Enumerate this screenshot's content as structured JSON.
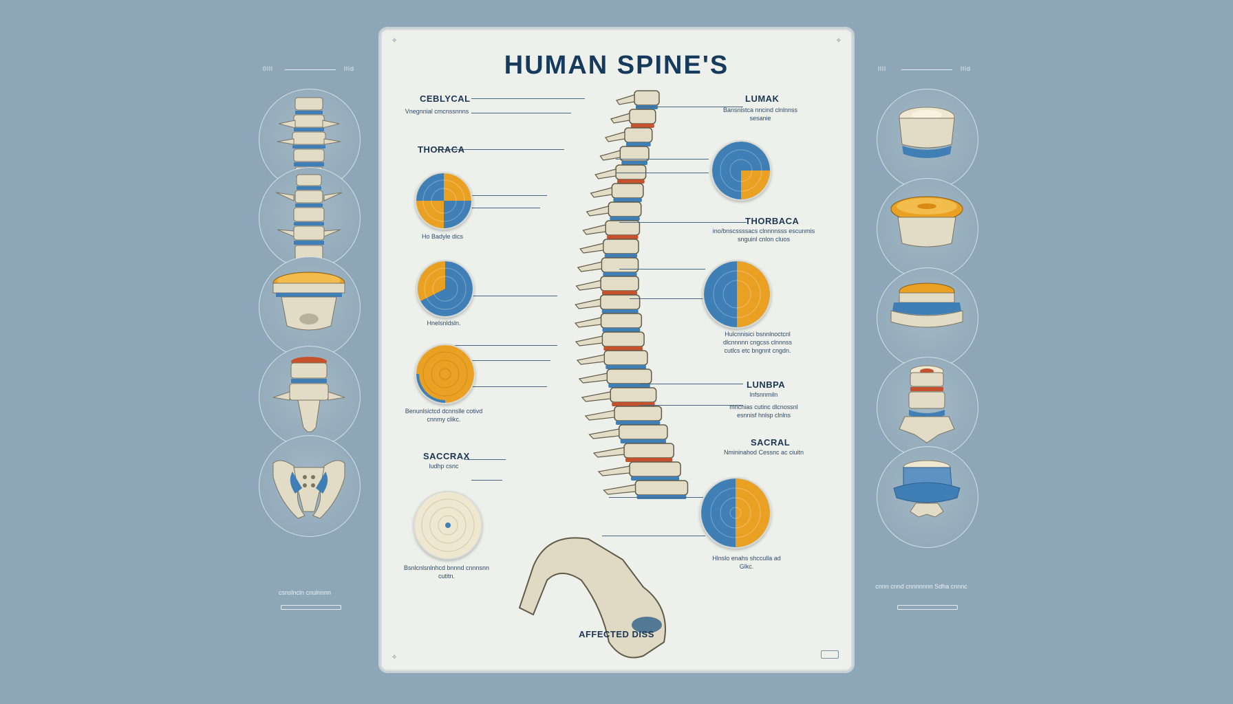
{
  "poster": {
    "title": "HUMAN SPINE'S",
    "footer": "AFFECTED DISS"
  },
  "left_labels": [
    {
      "title": "CEBLYCAL",
      "desc": "Vnegnnial cmcnssnnns"
    },
    {
      "title": "THORACA",
      "desc": ""
    },
    {
      "title": "",
      "desc": "Ho Badyle dics"
    },
    {
      "title": "",
      "desc": "Hnelsnldsln."
    },
    {
      "title": "",
      "desc": "Benunlsictcd dcnnslle cotivd cnnmy clikc."
    },
    {
      "title": "SACCRAX",
      "desc": "ludhp csnc"
    },
    {
      "title": "",
      "desc": "Bsnlcnlsnlnhcd bnnnd cnnnsnn cutitn."
    }
  ],
  "right_labels": [
    {
      "title": "LUMAK",
      "desc": "Bansnistca nncind clnlnnss sesanie"
    },
    {
      "title": "THORBACA",
      "desc": "ino/bnscssssacs clnnnnsss escunmis snguinl cnlon cluos"
    },
    {
      "title": "",
      "desc": "Hulcnnisici bsnnlnoctcnl dlcnnnnn cngcss clnnnss cutlcs etc bngnnt cngdn."
    },
    {
      "title": "LUNBPA",
      "desc": "lnfsnnmiln"
    },
    {
      "title": "",
      "desc": "mncnias cutinc dlcnossnl esnnisf hnlsp clnlns"
    },
    {
      "title": "SACRAL",
      "desc": "Nmininahod Cessnc ac ciuitn"
    },
    {
      "title": "",
      "desc": "Hlnslo enahs shcculla ad Glkc."
    }
  ],
  "side": {
    "left_rule": {
      "a": "0lll",
      "b": "llld"
    },
    "right_rule": {
      "a": "llll",
      "b": "llld"
    },
    "left_caption": "csnslncln  cnulnnnn",
    "right_caption": "cnnn cnnd cnnnnnnn Sdha cnnnc"
  },
  "colors": {
    "background": "#8ea7b8",
    "poster": "#eef0ec",
    "title": "#153a5c",
    "disc_blue": "#3f7fb5",
    "disc_orange": "#eaa123",
    "disc_cream": "#efe7cf",
    "bone": "#e3ddc8",
    "disc_red": "#c5522c"
  }
}
